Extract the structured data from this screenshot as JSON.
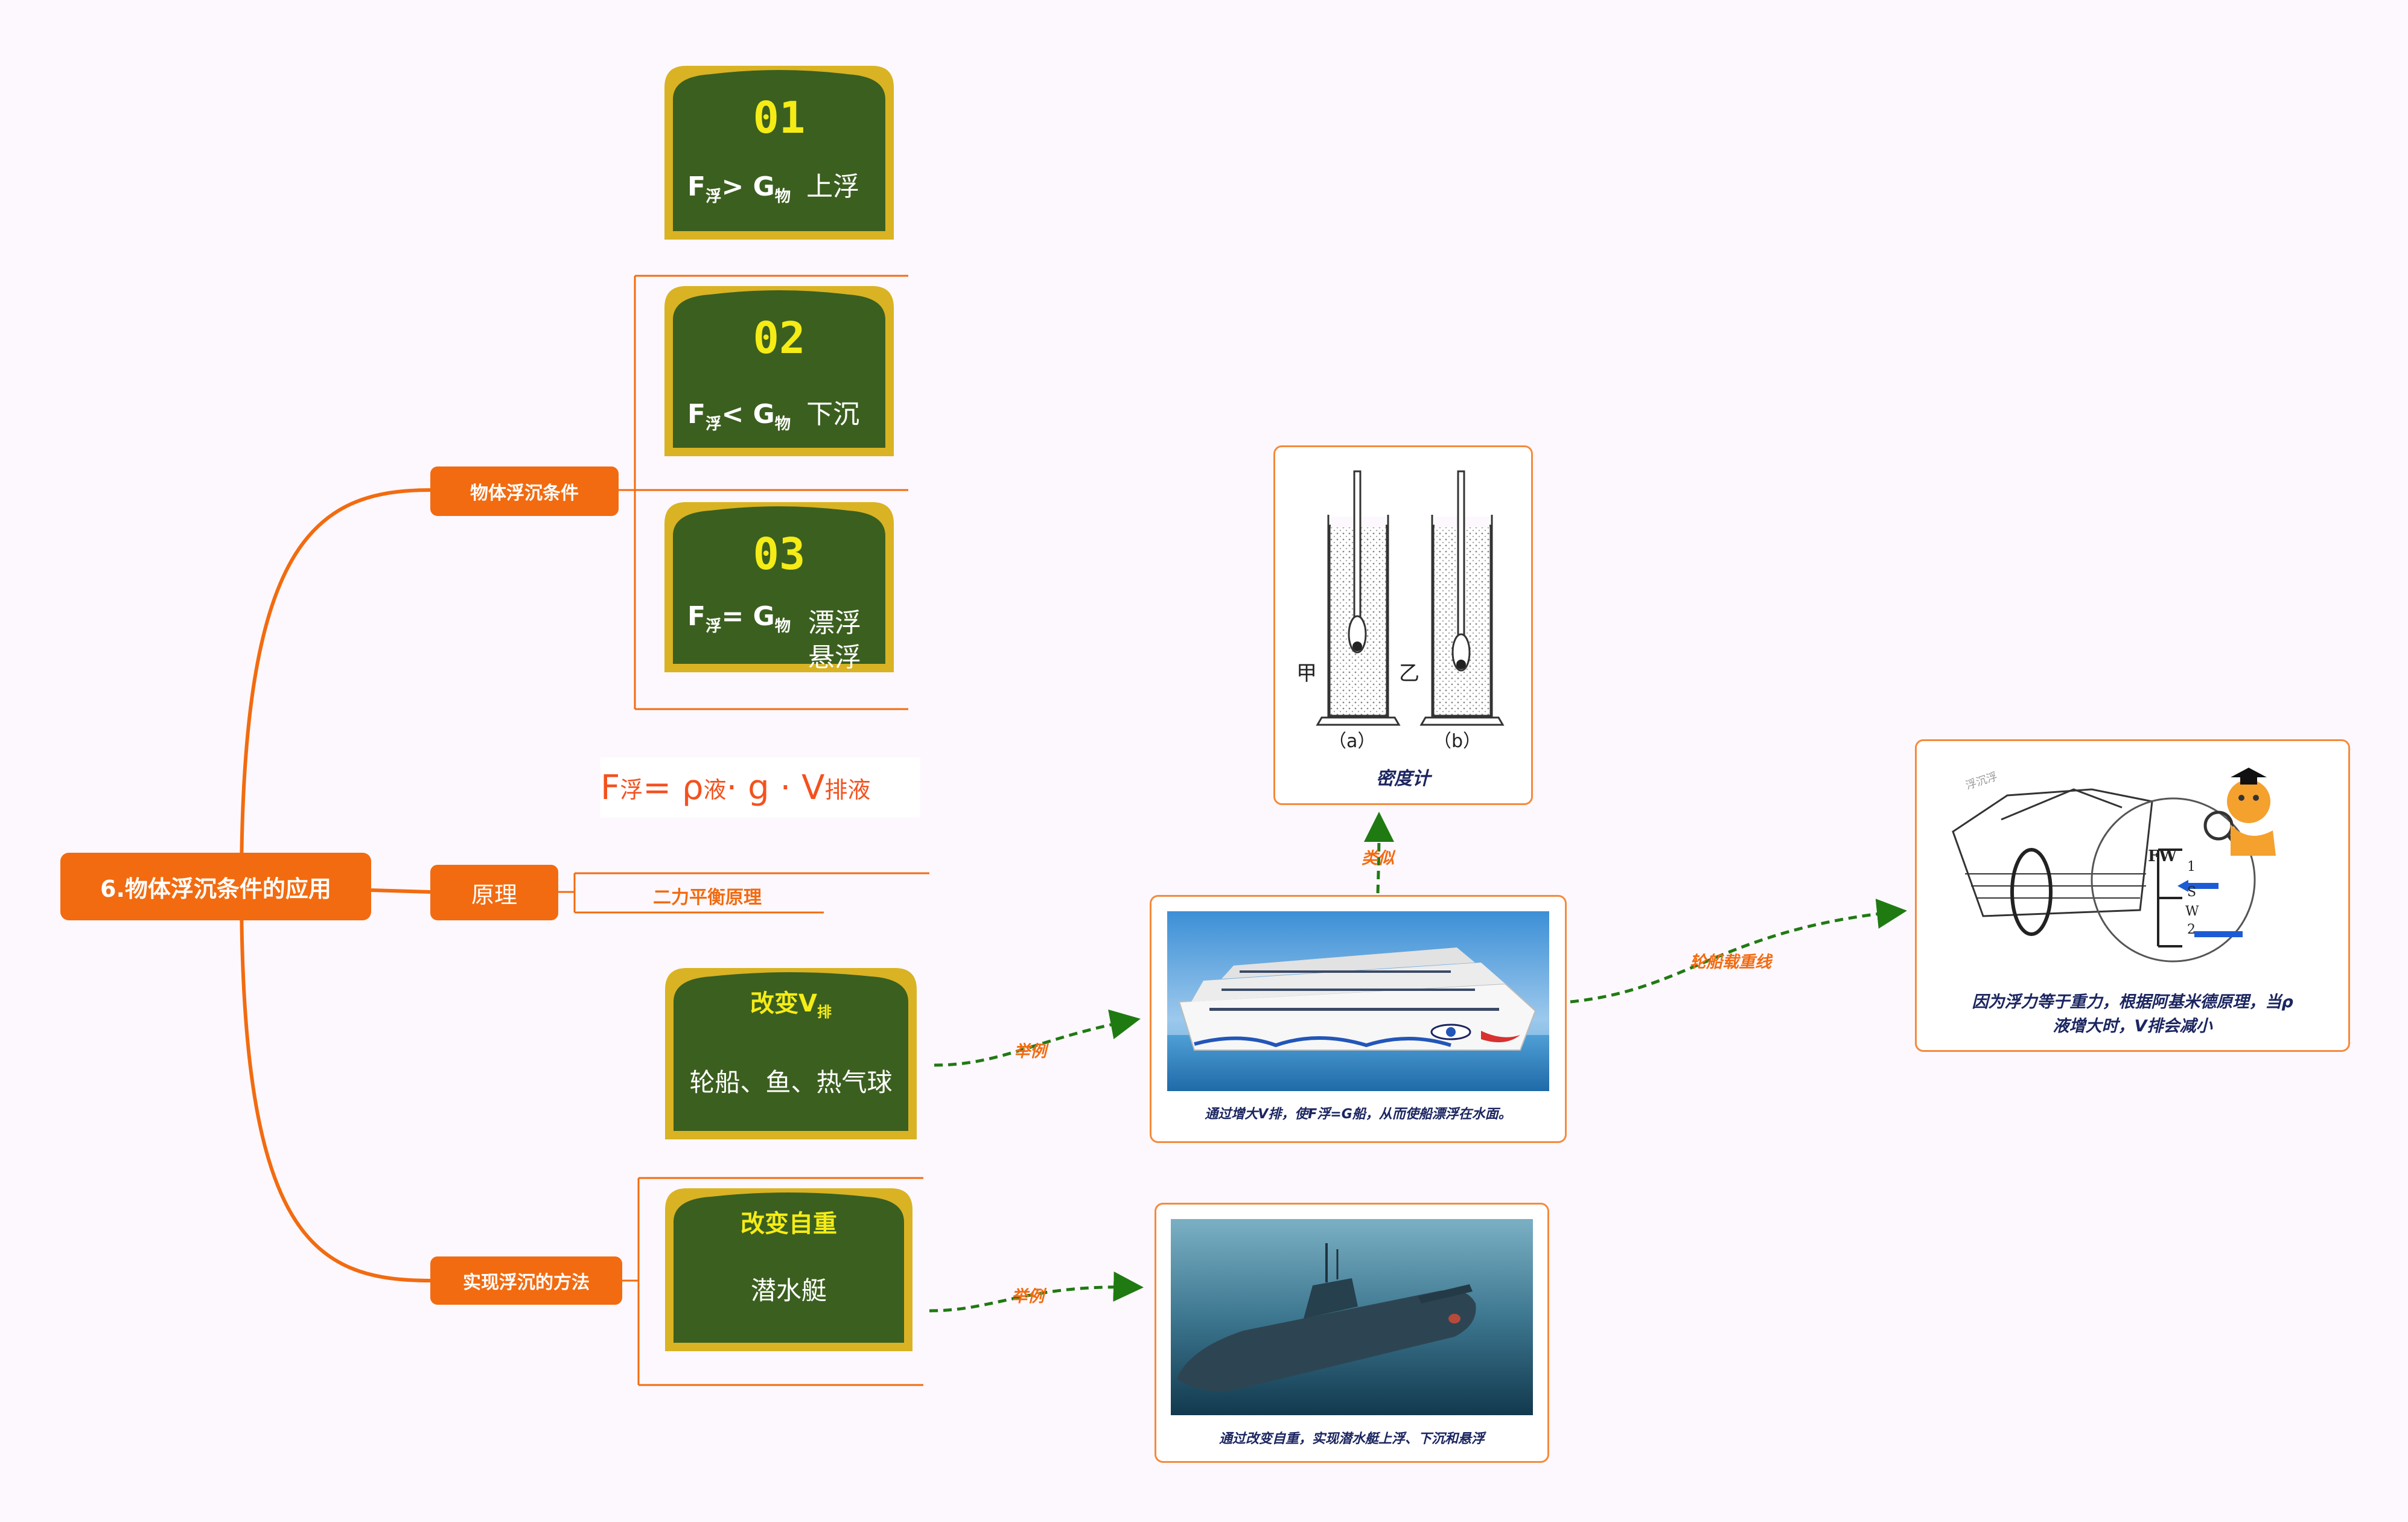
{
  "root": {
    "label": "6.物体浮沉条件的应用"
  },
  "branches": {
    "conditions": {
      "label": "物体浮沉条件",
      "boards": [
        {
          "num": "01",
          "f": "F",
          "fsub": "浮",
          "op": ">",
          "g": "G",
          "gsub": "物",
          "result": "上浮"
        },
        {
          "num": "02",
          "f": "F",
          "fsub": "浮",
          "op": "<",
          "g": "G",
          "gsub": "物",
          "result": "下沉"
        },
        {
          "num": "03",
          "f": "F",
          "fsub": "浮",
          "op": "=",
          "g": "G",
          "gsub": "物",
          "result": "漂浮",
          "result2": "悬浮"
        }
      ],
      "formula": {
        "lhs": "F",
        "lhs_sub": "浮",
        "eq": "= ρ",
        "rho_sub": "液",
        "mid": " · g · V",
        "v_sub": "排液"
      }
    },
    "principle": {
      "label": "原理",
      "child": "二力平衡原理"
    },
    "methods": {
      "label": "实现浮沉的方法",
      "board_volume": {
        "head": "改变V",
        "head_sub": "排",
        "note": "轮船、鱼、热气球"
      },
      "board_weight": {
        "head": "改变自重",
        "note": "潜水艇"
      }
    }
  },
  "cards": {
    "hydrometer": {
      "caption": "密度计",
      "left_label": "甲",
      "right_label": "乙",
      "tag_a": "（a）",
      "tag_b": "（b）"
    },
    "ship": {
      "caption": "通过增大V排，使F浮=G船，从而使船漂浮在水面。"
    },
    "loadline": {
      "caption_line1": "因为浮力等于重力，根据阿基米德原理，当ρ",
      "caption_line2": "液增大时，V排会减小",
      "mark_fw": "FW",
      "mark_s": "S",
      "mark_w": "W",
      "mark_1": "1",
      "mark_2": "2",
      "stamp": "浮沉浮"
    },
    "submarine": {
      "caption": "通过改变自重，实现潜水艇上浮、下沉和悬浮"
    }
  },
  "edges": {
    "example1": "举例",
    "example2": "举例",
    "similar": "类似",
    "loadline": "轮船载重线"
  },
  "colors": {
    "accent": "#f26b10",
    "board": "#3b5f1f",
    "board_frame": "#d9b323",
    "link_green": "#1f7a12",
    "caption": "#1b2560"
  }
}
